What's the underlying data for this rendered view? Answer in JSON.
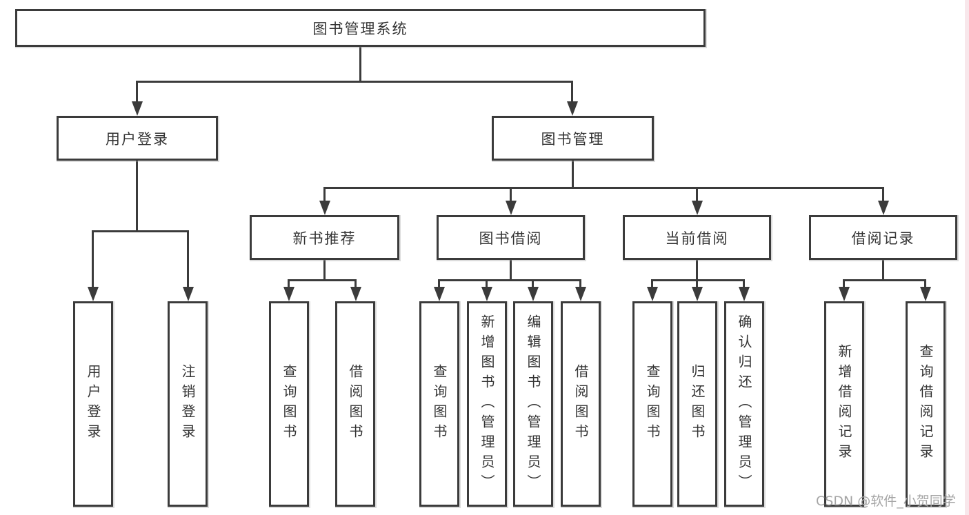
{
  "diagram_title": "图书管理系统",
  "nodes": {
    "root": "图书管理系统",
    "user_login": "用户登录",
    "book_mgmt": "图书管理",
    "new_book_rec": "新书推荐",
    "book_borrow": "图书借阅",
    "current_borrow": "当前借阅",
    "borrow_records": "借阅记录",
    "ul_user_login": "用户登录",
    "ul_logout": "注销登录",
    "nb_query": "查询图书",
    "nb_borrow": "借阅图书",
    "bb_query": "查询图书",
    "bb_add": "新增图书（管理员）",
    "bb_edit": "编辑图书（管理员）",
    "bb_borrow": "借阅图书",
    "cb_query": "查询图书",
    "cb_return": "归还图书",
    "cb_confirm": "确认归还（管理员）",
    "br_add": "新增借阅记录",
    "br_query": "查询借阅记录"
  },
  "watermark": {
    "text": "CSDN @软件_小贺同学"
  },
  "colors": {
    "line": "#3b3b3b",
    "text": "#333333",
    "background": "#ffffff",
    "watermark": "#a5a5a5",
    "right_edge_strip": "#f8e7eb"
  }
}
